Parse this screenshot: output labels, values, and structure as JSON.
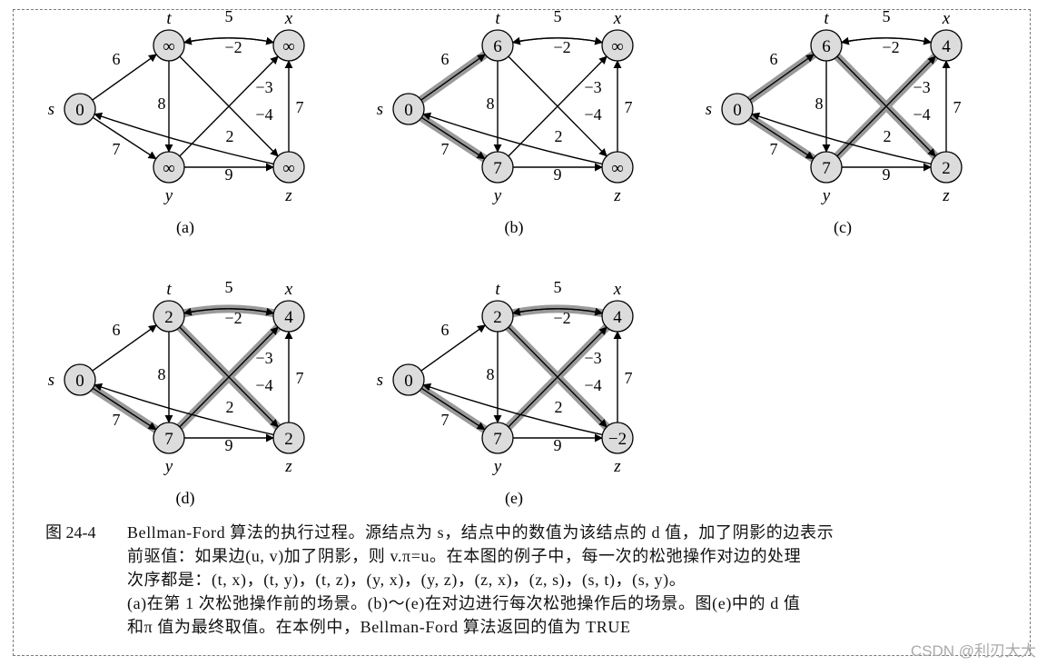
{
  "node_labels": {
    "s": "s",
    "t": "t",
    "x": "x",
    "y": "y",
    "z": "z"
  },
  "edges": [
    {
      "from": "s",
      "to": "t",
      "w": "6"
    },
    {
      "from": "s",
      "to": "y",
      "w": "7"
    },
    {
      "from": "t",
      "to": "x",
      "w": "5"
    },
    {
      "from": "x",
      "to": "t",
      "w": "−2"
    },
    {
      "from": "t",
      "to": "y",
      "w": "8"
    },
    {
      "from": "t",
      "to": "z",
      "w": "−4"
    },
    {
      "from": "y",
      "to": "x",
      "w": "−3"
    },
    {
      "from": "y",
      "to": "z",
      "w": "9"
    },
    {
      "from": "z",
      "to": "x",
      "w": "7"
    },
    {
      "from": "z",
      "to": "s",
      "w": "2"
    }
  ],
  "panels": [
    {
      "caption": "(a)",
      "values": {
        "s": "0",
        "t": "∞",
        "x": "∞",
        "y": "∞",
        "z": "∞"
      },
      "shaded": []
    },
    {
      "caption": "(b)",
      "values": {
        "s": "0",
        "t": "6",
        "x": "∞",
        "y": "7",
        "z": "∞"
      },
      "shaded": [
        "s-t",
        "s-y"
      ]
    },
    {
      "caption": "(c)",
      "values": {
        "s": "0",
        "t": "6",
        "x": "4",
        "y": "7",
        "z": "2"
      },
      "shaded": [
        "s-t",
        "s-y",
        "y-x",
        "t-z"
      ]
    },
    {
      "caption": "(d)",
      "values": {
        "s": "0",
        "t": "2",
        "x": "4",
        "y": "7",
        "z": "2"
      },
      "shaded": [
        "s-y",
        "y-x",
        "x-t",
        "t-z"
      ]
    },
    {
      "caption": "(e)",
      "values": {
        "s": "0",
        "t": "2",
        "x": "4",
        "y": "7",
        "z": "−2"
      },
      "shaded": [
        "s-y",
        "y-x",
        "x-t",
        "t-z"
      ]
    }
  ],
  "caption": {
    "label": "图 24-4",
    "lines": [
      "Bellman-Ford 算法的执行过程。源结点为 s，结点中的数值为该结点的 d 值，加了阴影的边表示",
      "前驱值：如果边(u, v)加了阴影，则 v.π=u。在本图的例子中，每一次的松弛操作对边的处理",
      "次序都是：(t, x)，(t, y)，(t, z)，(y, x)，(y, z)，(z, x)，(z, s)，(s, t)，(s, y)。",
      "(a)在第 1 次松弛操作前的场景。(b)～(e)在对边进行每次松弛操作后的场景。图(e)中的 d 值",
      "和π 值为最终取值。在本例中，Bellman-Ford 算法返回的值为 TRUE"
    ]
  },
  "watermark": "CSDN @利刃大大",
  "colors": {
    "node_fill": "#dcdcdc",
    "shade": "#9a9a9a",
    "ink": "#000000"
  }
}
